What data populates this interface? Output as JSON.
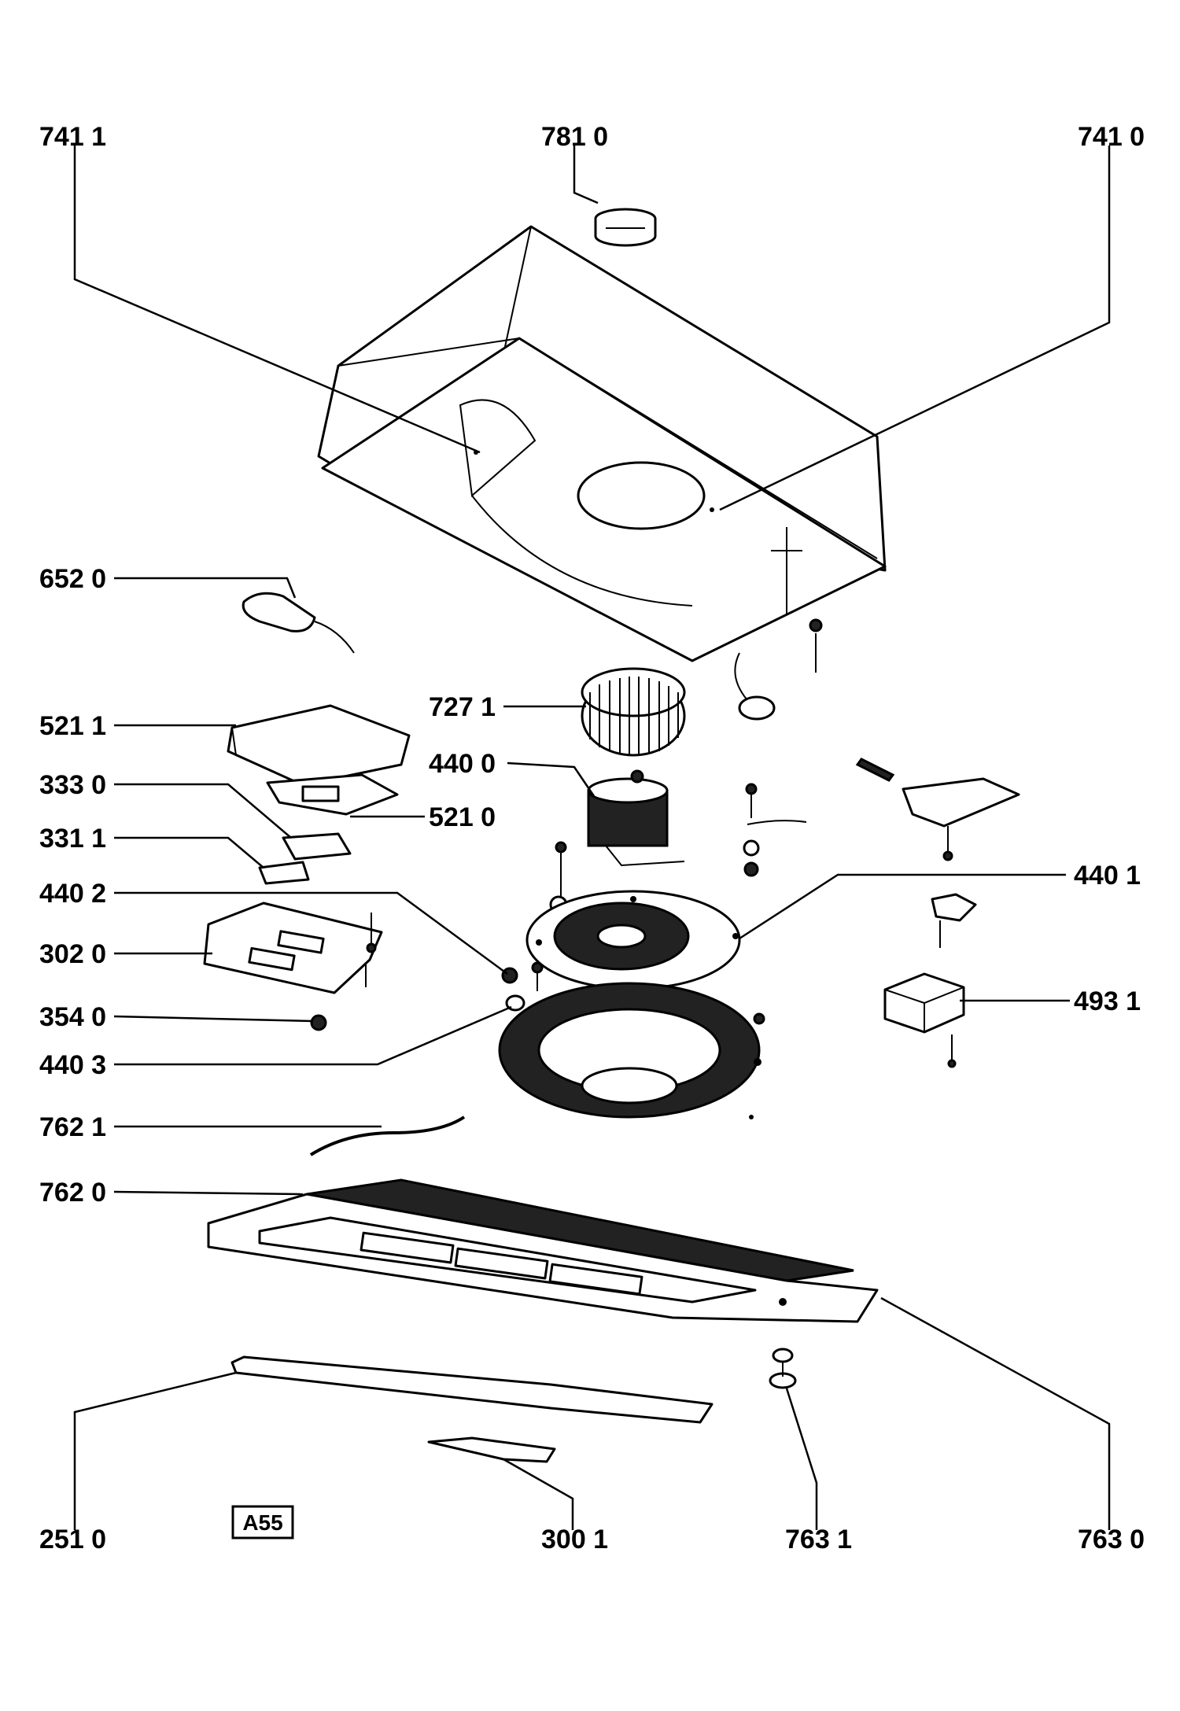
{
  "labels": {
    "l7411": "741 1",
    "l7810": "781 0",
    "l7410": "741 0",
    "l6520": "652 0",
    "l7271": "727 1",
    "l5211": "521 1",
    "l4400": "440 0",
    "l3330": "333 0",
    "l5210": "521 0",
    "l3311": "331 1",
    "l4401": "440 1",
    "l4402": "440 2",
    "l3020": "302 0",
    "l4931": "493 1",
    "l3540": "354 0",
    "l4403": "440 3",
    "l7621": "762 1",
    "l7620": "762 0",
    "l2510": "251 0",
    "l3001": "300 1",
    "l7631": "763 1",
    "l7630": "763 0"
  },
  "code_box": "A55"
}
